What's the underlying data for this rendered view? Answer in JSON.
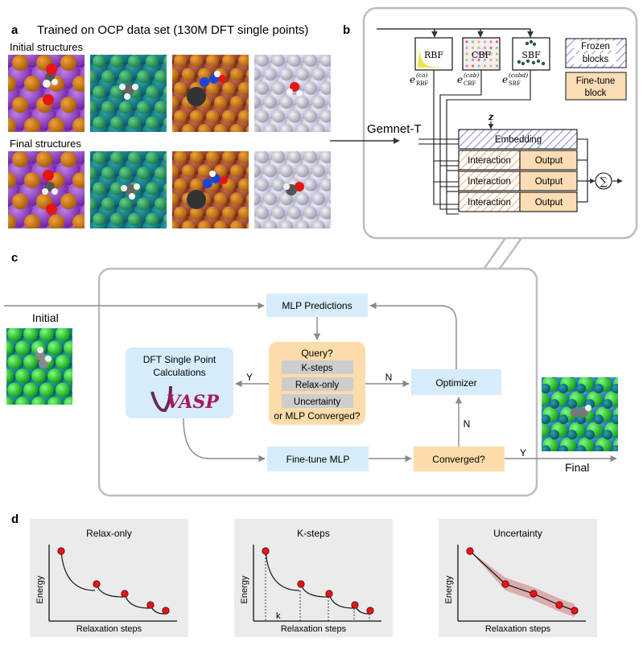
{
  "panel_a": {
    "letter": "a",
    "title": "Trained on OCP data set (130M DFT single points)",
    "initial_label": "Initial structures",
    "final_label": "Final structures"
  },
  "panel_b": {
    "letter": "b",
    "model_name": "Gemnet-T",
    "rbf": "RBF",
    "cbf": "CBF",
    "sbf": "SBF",
    "e_rbf_main": "e",
    "e_rbf_sup": "(ca)",
    "e_rbf_sub": "RBF",
    "e_cbf_main": "e",
    "e_cbf_sup": "(cab)",
    "e_cbf_sub": "CBF",
    "e_sbf_main": "e",
    "e_sbf_sup": "(cabd)",
    "e_sbf_sub": "SBF",
    "z": "z",
    "embedding": "Embedding",
    "interaction": "Interaction",
    "output": "Output",
    "sum_symbol": "∑",
    "legend_frozen_1": "Frozen",
    "legend_frozen_2": "blocks",
    "legend_finetune_1": "Fine-tune",
    "legend_finetune_2": "block",
    "colors": {
      "frozen_stripe": "#8f8fe0",
      "finetune": "#fbdcb4",
      "rbf_fill": "#f0e24a"
    }
  },
  "panel_c": {
    "letter": "c",
    "initial": "Initial",
    "final": "Final",
    "mlp_predictions": "MLP Predictions",
    "query": "Query?",
    "query_options": [
      "K-steps",
      "Relax-only",
      "Uncertainty"
    ],
    "query_footer": "or MLP Converged?",
    "dft_line1": "DFT Single Point",
    "dft_line2": "Calculations",
    "vasp_logo": "VASP",
    "optimizer": "Optimizer",
    "finetune_mlp": "Fine-tune MLP",
    "converged": "Converged?",
    "yes": "Y",
    "no": "N",
    "colors": {
      "blue_box": "#d6ecfa",
      "orange_box": "#fbdcaa",
      "option_box": "#cdcdcd"
    }
  },
  "panel_d": {
    "letter": "d",
    "plots": [
      {
        "title": "Relax-only",
        "ylabel": "Energy",
        "xlabel": "Relaxation steps",
        "marker": ""
      },
      {
        "title": "K-steps",
        "ylabel": "Energy",
        "xlabel": "Relaxation steps",
        "marker": "k"
      },
      {
        "title": "Uncertainty",
        "ylabel": "Energy",
        "xlabel": "Relaxation steps",
        "marker": ""
      }
    ],
    "colors": {
      "point": "#e8141c",
      "band": "#c75f5f",
      "bg": "#ebebeb"
    }
  }
}
